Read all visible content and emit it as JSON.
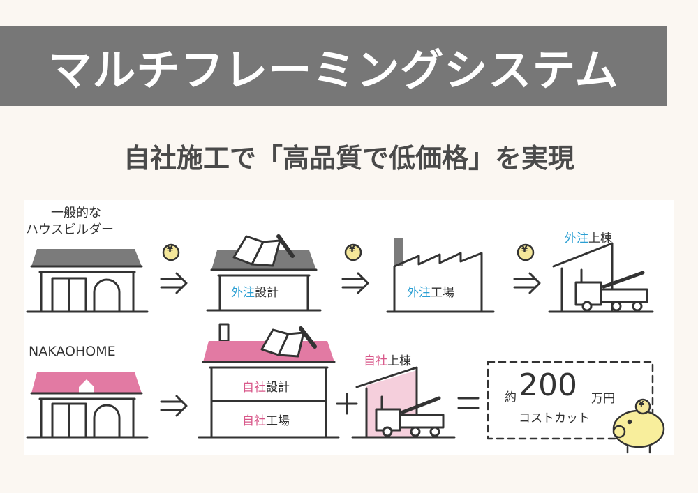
{
  "title": "マルチフレーミングシステム",
  "subtitle": "自社施工で「高品質で低価格」を実現",
  "row1": {
    "label_line1": "一般的な",
    "label_line2": "ハウスビルダー",
    "design": {
      "accent": "外注",
      "rest": "設計"
    },
    "factory": {
      "accent": "外注",
      "rest": "工場"
    },
    "build": {
      "accent": "外注",
      "rest": "上棟"
    }
  },
  "row2": {
    "label": "NAKAOHOME",
    "design": {
      "accent": "自社",
      "rest": "設計"
    },
    "factory": {
      "accent": "自社",
      "rest": "工場"
    },
    "build": {
      "accent": "自社",
      "rest": "上棟"
    },
    "result": {
      "prefix": "約",
      "amount": "200",
      "unit": "万円",
      "caption": "コストカット"
    }
  },
  "symbols": {
    "yen": "¥",
    "arrow": "⇒",
    "plus": "+",
    "equals": "="
  },
  "colors": {
    "title_bar": "#777777",
    "outsource_blue": "#2b9fd3",
    "inhouse_pink": "#d8588a",
    "roof_gray": "#7b7b7b",
    "roof_pink": "#e27aa3",
    "coin_yellow": "#f4e79a",
    "piggy_yellow": "#f8ee9c"
  }
}
